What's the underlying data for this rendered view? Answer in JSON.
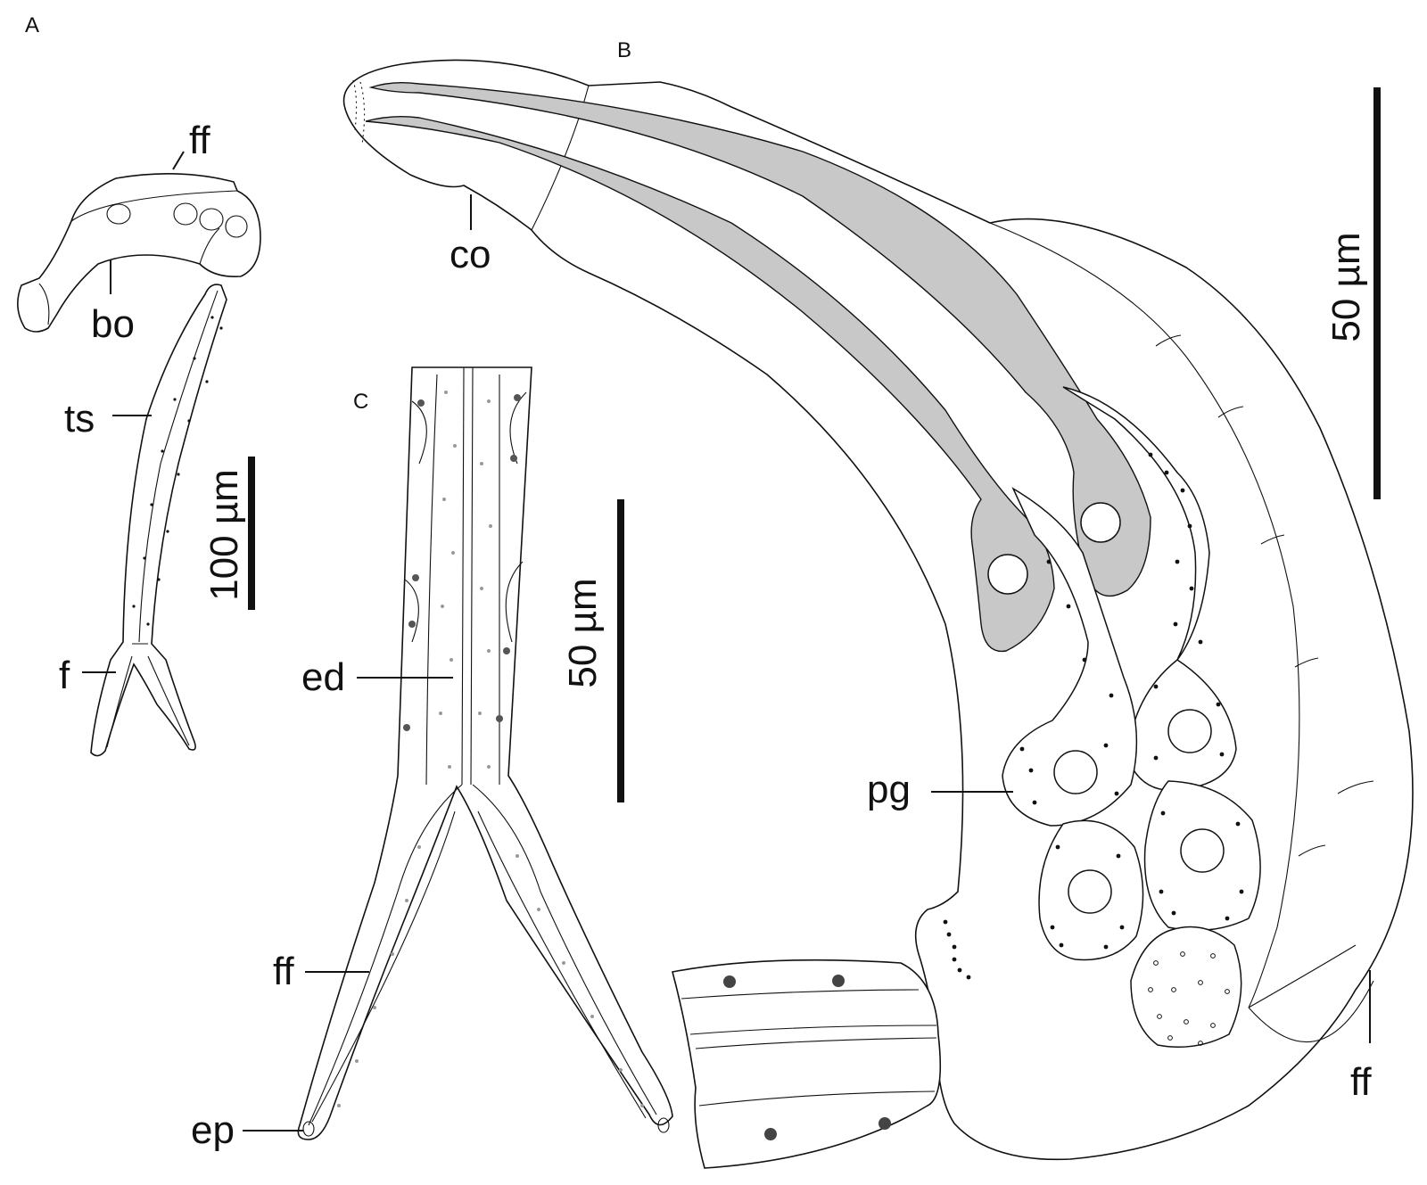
{
  "figure": {
    "panels": {
      "a": "A",
      "b": "B",
      "c": "C"
    },
    "labels": {
      "ff_a": "ff",
      "bo": "bo",
      "ts": "ts",
      "f": "f",
      "co": "co",
      "ed": "ed",
      "ff_c": "ff",
      "ep": "ep",
      "pg": "pg",
      "ff_b": "ff"
    },
    "scale_bars": {
      "a": "100 µm",
      "b": "50 µm",
      "c": "50 µm"
    }
  }
}
